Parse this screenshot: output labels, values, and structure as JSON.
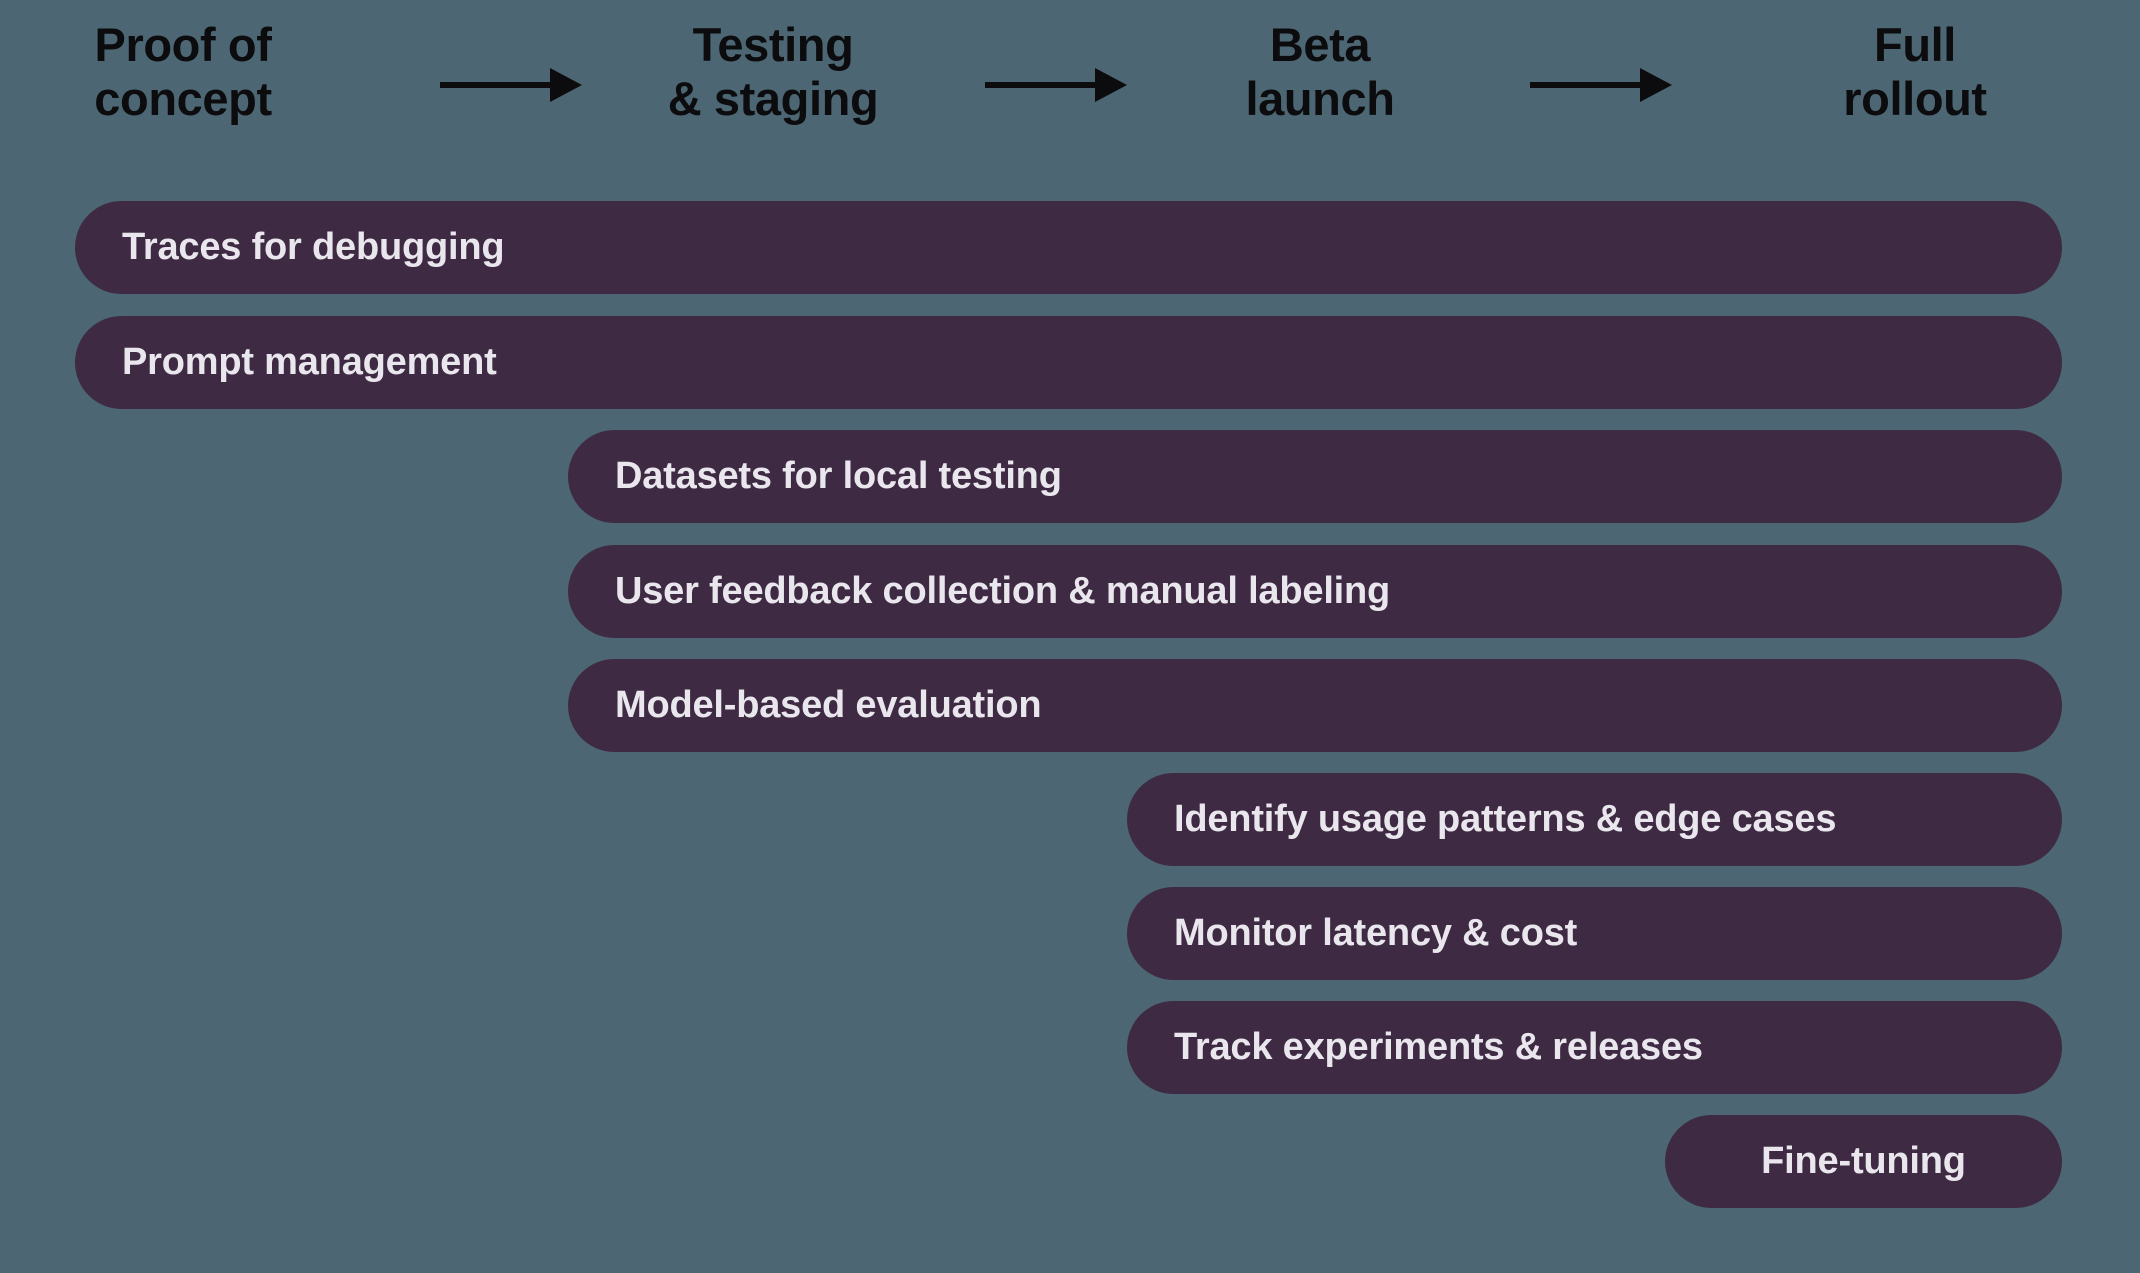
{
  "background_color": "#4c6773",
  "bar_color": "#3e2a42",
  "bar_text_color": "#e9e7ed",
  "stage_text_color": "#0c0c0e",
  "stages": [
    {
      "label": "Proof of\nconcept",
      "name": "proof-of-concept"
    },
    {
      "label": "Testing\n& staging",
      "name": "testing-and-staging"
    },
    {
      "label": "Beta\nlaunch",
      "name": "beta-launch"
    },
    {
      "label": "Full\nrollout",
      "name": "full-rollout"
    }
  ],
  "arrows": [
    {
      "name": "arrow-proof-to-testing"
    },
    {
      "name": "arrow-testing-to-beta"
    },
    {
      "name": "arrow-beta-to-rollout"
    }
  ],
  "capabilities": [
    {
      "label": "Traces for debugging",
      "starts_at_stage": "Proof of concept",
      "ends_at_stage": "Full rollout",
      "align": "left"
    },
    {
      "label": "Prompt management",
      "starts_at_stage": "Proof of concept",
      "ends_at_stage": "Full rollout",
      "align": "left"
    },
    {
      "label": "Datasets for local testing",
      "starts_at_stage": "Testing & staging",
      "ends_at_stage": "Full rollout",
      "align": "left"
    },
    {
      "label": "User feedback collection & manual labeling",
      "starts_at_stage": "Testing & staging",
      "ends_at_stage": "Full rollout",
      "align": "left"
    },
    {
      "label": "Model-based evaluation",
      "starts_at_stage": "Testing & staging",
      "ends_at_stage": "Full rollout",
      "align": "left"
    },
    {
      "label": "Identify usage patterns & edge cases",
      "starts_at_stage": "Beta launch",
      "ends_at_stage": "Full rollout",
      "align": "left"
    },
    {
      "label": "Monitor latency & cost",
      "starts_at_stage": "Beta launch",
      "ends_at_stage": "Full rollout",
      "align": "left"
    },
    {
      "label": "Track experiments & releases",
      "starts_at_stage": "Beta launch",
      "ends_at_stage": "Full rollout",
      "align": "left"
    },
    {
      "label": "Fine-tuning",
      "starts_at_stage": "Full rollout",
      "ends_at_stage": "Full rollout",
      "align": "center"
    }
  ]
}
